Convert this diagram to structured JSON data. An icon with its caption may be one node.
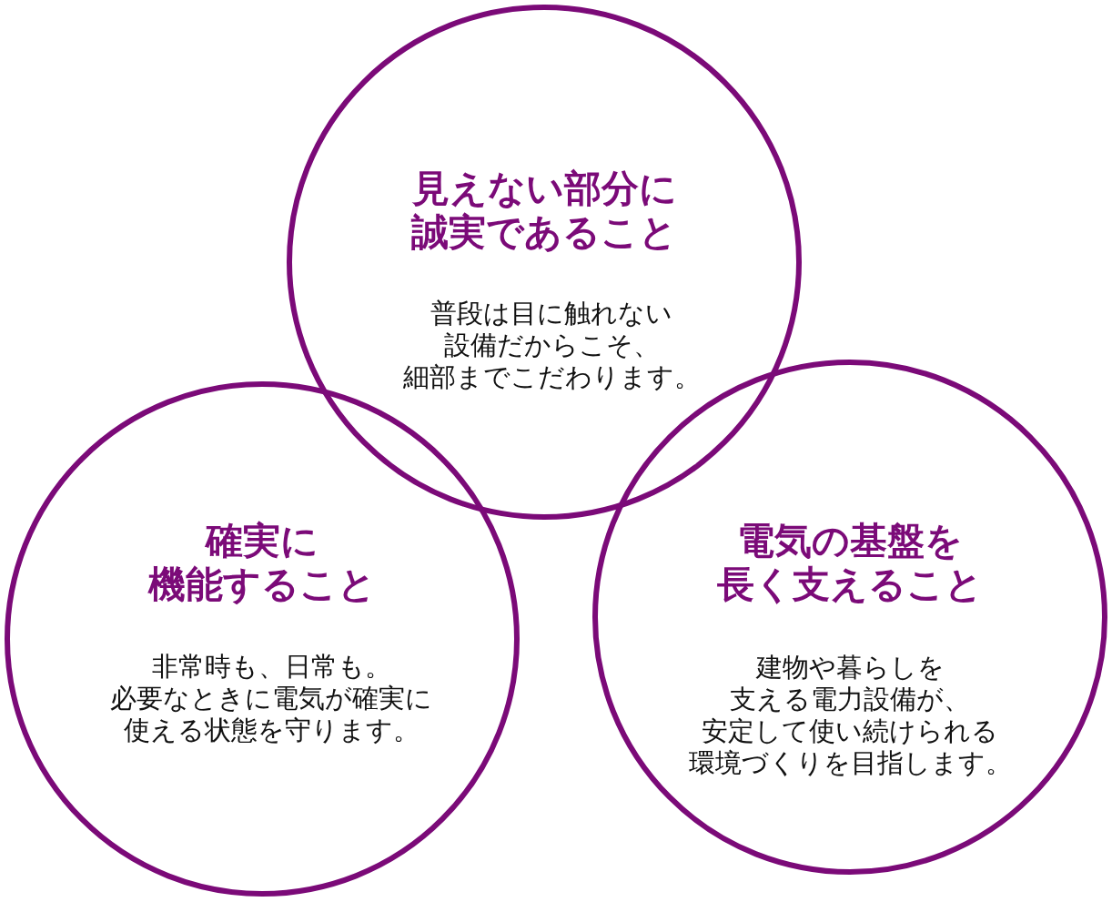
{
  "diagram": {
    "nodes": [
      {
        "text": [
          "見えない部分に誠実であること",
          "普段は目に触れない設備だからこそ、細部までこだわります。"
        ]
      },
      {
        "text": [
          "確実に機能すること",
          "非常時も、日常も。必要なときに電気が確実に使える状態を守ります。"
        ]
      },
      {
        "text": [
          "電気の基盤を長く支えること",
          "建物や暮らしを支える電力設備が、安定して使い続けられる環境づくりを目指します。"
        ]
      }
    ]
  }
}
